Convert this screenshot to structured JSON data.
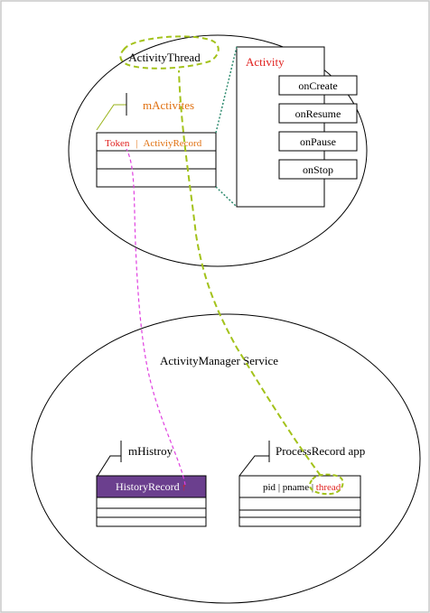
{
  "colors": {
    "frame": "#c8c8c8",
    "stroke": "#000000",
    "olive": "#99b31a",
    "olive_dash": "#a3c21a",
    "magenta": "#e040e0",
    "teal": "#2e8b6f",
    "red_text": "#e0201e",
    "orange_text": "#e07010",
    "purple_fill": "#6b3f8e"
  },
  "upper": {
    "title": "ActivityThread",
    "list_label": "mActivites",
    "record_row": {
      "token": "Token",
      "separator": "|",
      "record": "ActiviyRecord"
    },
    "activity": {
      "title": "Activity",
      "methods": [
        "onCreate",
        "onResume",
        "onPause",
        "onStop"
      ]
    }
  },
  "lower": {
    "title": "ActivityManager  Service",
    "history": {
      "label": "mHistroy",
      "header": "HistoryRecord",
      "marker": "↑"
    },
    "process": {
      "label": "ProcessRecord app",
      "fields": {
        "pid": "pid",
        "pname": "pname",
        "thread": "thread",
        "sep": "|"
      }
    }
  }
}
